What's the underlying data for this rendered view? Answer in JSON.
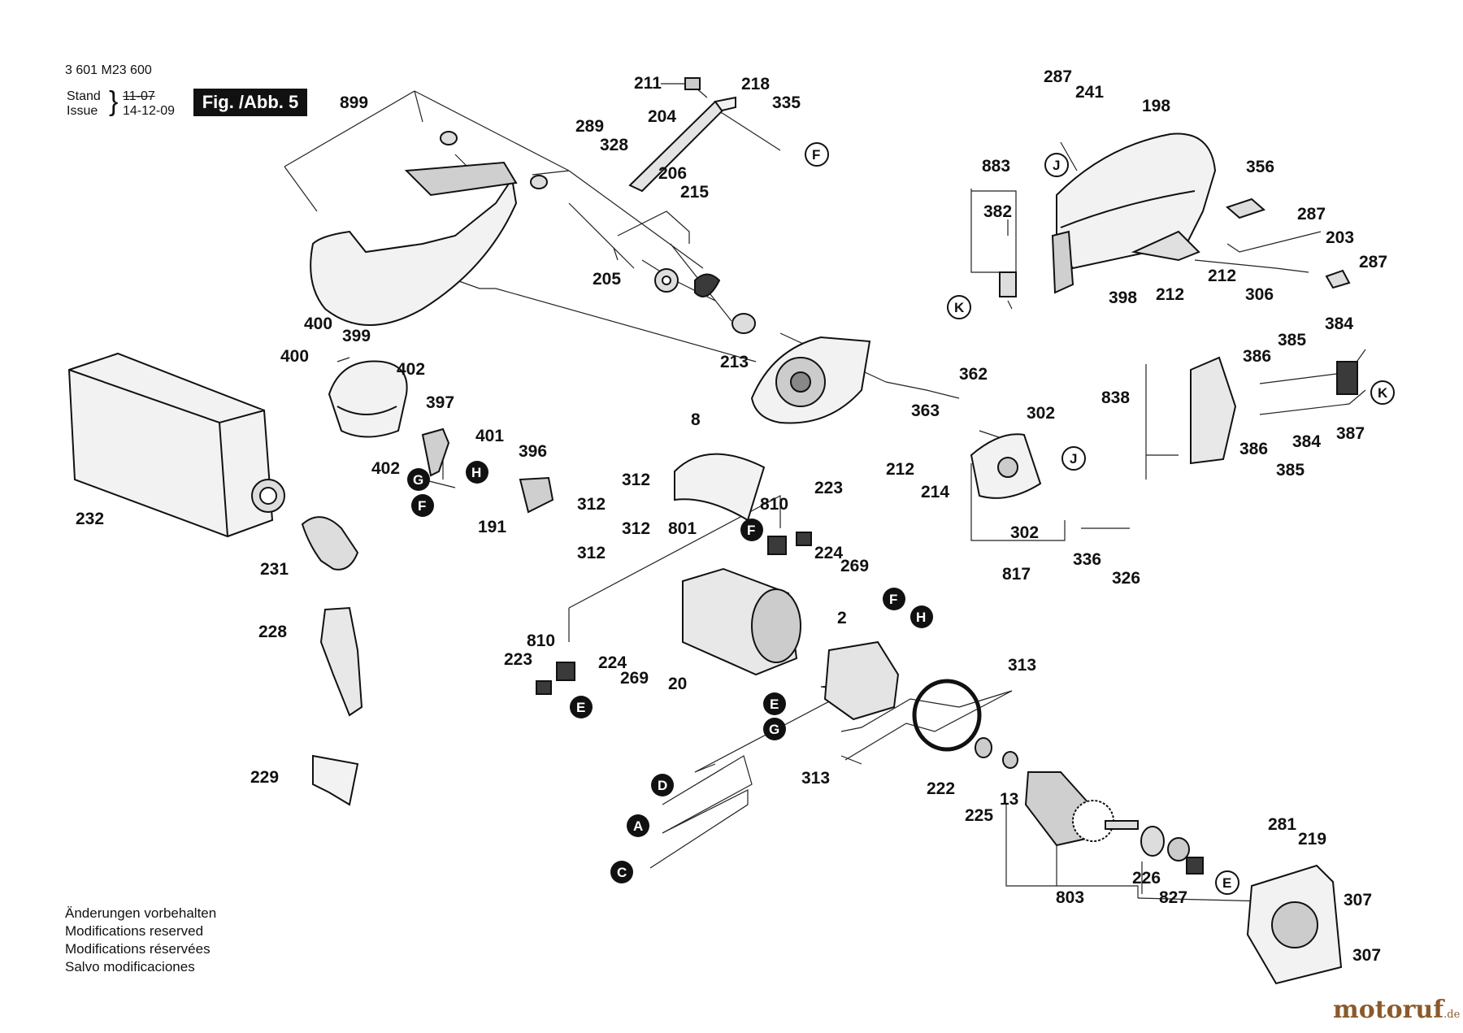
{
  "header": {
    "doc_number": "3 601 M23 600",
    "stand_label": "Stand",
    "issue_label": "Issue",
    "stand_date": "11-07",
    "issue_date": "14-12-09",
    "figure_label": "Fig. /Abb. 5"
  },
  "footer": {
    "lines": [
      "Änderungen vorbehalten",
      "Modifications reserved",
      "Modifications réservées",
      "Salvo modificaciones"
    ]
  },
  "watermark": {
    "brand": "motoruf",
    "tld": ".de"
  },
  "part_numbers": [
    "899",
    "211",
    "218",
    "335",
    "204",
    "289",
    "328",
    "206",
    "215",
    "205",
    "213",
    "400",
    "399",
    "400",
    "402",
    "402",
    "397",
    "401",
    "396",
    "191",
    "232",
    "231",
    "228",
    "229",
    "8",
    "312",
    "312",
    "312",
    "312",
    "801",
    "810",
    "223",
    "224",
    "269",
    "810",
    "223",
    "224",
    "269",
    "20",
    "2",
    "313",
    "313",
    "222",
    "225",
    "13",
    "803",
    "226",
    "827",
    "281",
    "219",
    "307",
    "307",
    "287",
    "241",
    "198",
    "883",
    "382",
    "356",
    "287",
    "203",
    "287",
    "212",
    "212",
    "398",
    "306",
    "362",
    "363",
    "302",
    "212",
    "214",
    "302",
    "817",
    "336",
    "326",
    "838",
    "386",
    "385",
    "384",
    "387",
    "386",
    "384",
    "385"
  ],
  "connector_letters": [
    "F",
    "J",
    "K",
    "G",
    "H",
    "F",
    "F",
    "H",
    "E",
    "G",
    "D",
    "A",
    "C",
    "E",
    "J",
    "K"
  ],
  "colors": {
    "ink": "#111111",
    "fill_dark": "#3a3a3a",
    "fill_light": "#f2f2f2",
    "brand": "#8a5a2b"
  }
}
